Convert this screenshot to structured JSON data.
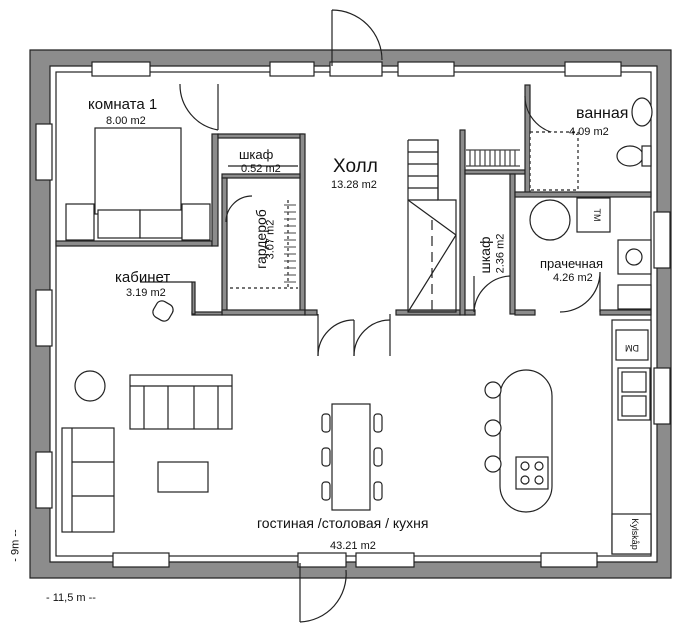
{
  "rooms": {
    "bedroom": {
      "name": "комната 1",
      "area": "8.00 m2"
    },
    "bath": {
      "name": "ванная",
      "area": "4.09 m2"
    },
    "hall": {
      "name": "Холл",
      "area": "13.28 m2"
    },
    "closet": {
      "name": "шкаф",
      "area": "0.52 m2"
    },
    "wardrobe": {
      "name": "гардероб",
      "area": "3.07 m2"
    },
    "office": {
      "name": "кабинет",
      "area": "3.19 m2"
    },
    "cupboard": {
      "name": "шкаф",
      "area": "2.36 m2"
    },
    "laundry": {
      "name": "прачечная",
      "area": "4.26 m2"
    },
    "living": {
      "name": "гостиная /столовая / кухня",
      "area": "43.21 m2"
    }
  },
  "appliances": {
    "dryer": "ТМ",
    "dishwasher": "DM",
    "fridge": "Kylskåp"
  },
  "dimensions": {
    "depth": "- 9m --",
    "width": "- 11,5 m --"
  },
  "colors": {
    "wall": "#8c8c8c",
    "line": "#222222"
  }
}
